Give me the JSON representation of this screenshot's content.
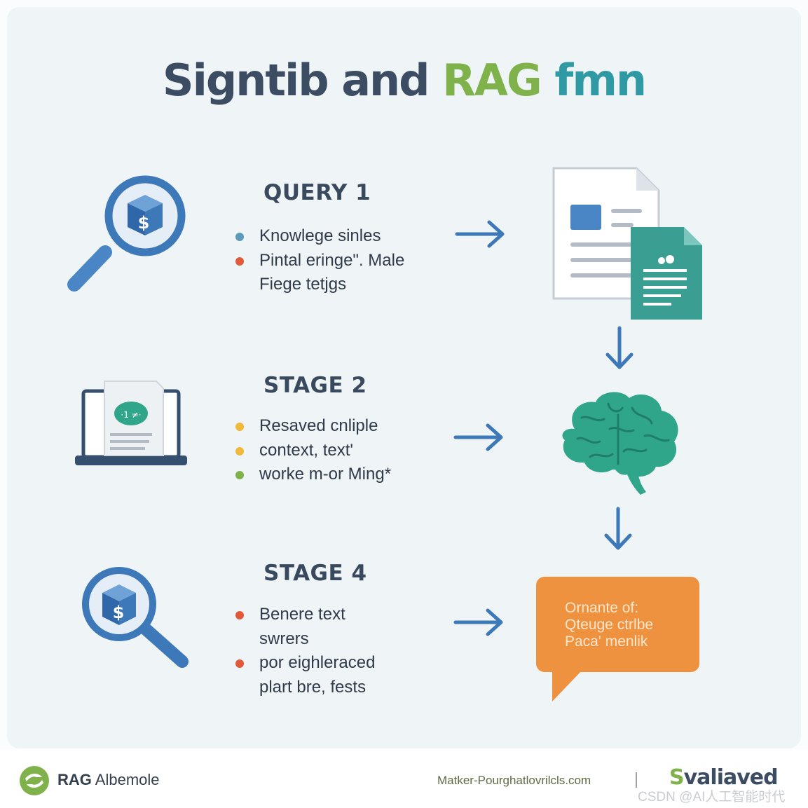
{
  "title": {
    "part1": "Signtib and ",
    "part2": "RAG ",
    "part3": "fmn"
  },
  "stages": [
    {
      "heading": "QUERY 1",
      "bullets": [
        {
          "text": "Knowlege sinles",
          "dot_color": "#5b9ab8"
        },
        {
          "text": "Pintal eringe\". Male",
          "dot_color": "#e05a3a"
        }
      ],
      "continuation": "Fiege tetjgs"
    },
    {
      "heading": "STAGE 2",
      "bullets": [
        {
          "text": "Resaved cnliple",
          "dot_color": "#f0b93a"
        },
        {
          "text": "context, text'",
          "dot_color": "#f0b93a"
        },
        {
          "text": "worke m-or Ming*",
          "dot_color": "#7fb24a"
        }
      ]
    },
    {
      "heading": "STAGE 4",
      "bullets": [
        {
          "text": "Benere text",
          "dot_color": "#e05a3a",
          "cont": "swrers"
        },
        {
          "text": "por eighleraced",
          "dot_color": "#e05a3a",
          "cont": "plart bre, fests"
        }
      ]
    }
  ],
  "output_bubble": {
    "line1": "Ornante of:",
    "line2": "Qteuge ctrlbe",
    "line3": "Paca' menlik"
  },
  "footer": {
    "logo_text_bold": "RAG",
    "logo_text": " Albemole",
    "url": "Matker-Pourghatlovrilcls.com",
    "brand_s": "S",
    "brand_rest": "valiaved",
    "watermark": "CSDN @AI人工智能时代"
  },
  "colors": {
    "title_dark": "#3c4d63",
    "title_green": "#7fb24a",
    "title_teal": "#2f9aa3",
    "arrow_blue": "#3d78b8",
    "bubble_orange": "#ef9240",
    "brain_teal": "#2fa58a",
    "doc_teal": "#3a9e93"
  },
  "icons": [
    "magnifier-cube-icon",
    "document-stack-icon",
    "laptop-document-icon",
    "brain-icon",
    "speech-bubble-icon"
  ]
}
